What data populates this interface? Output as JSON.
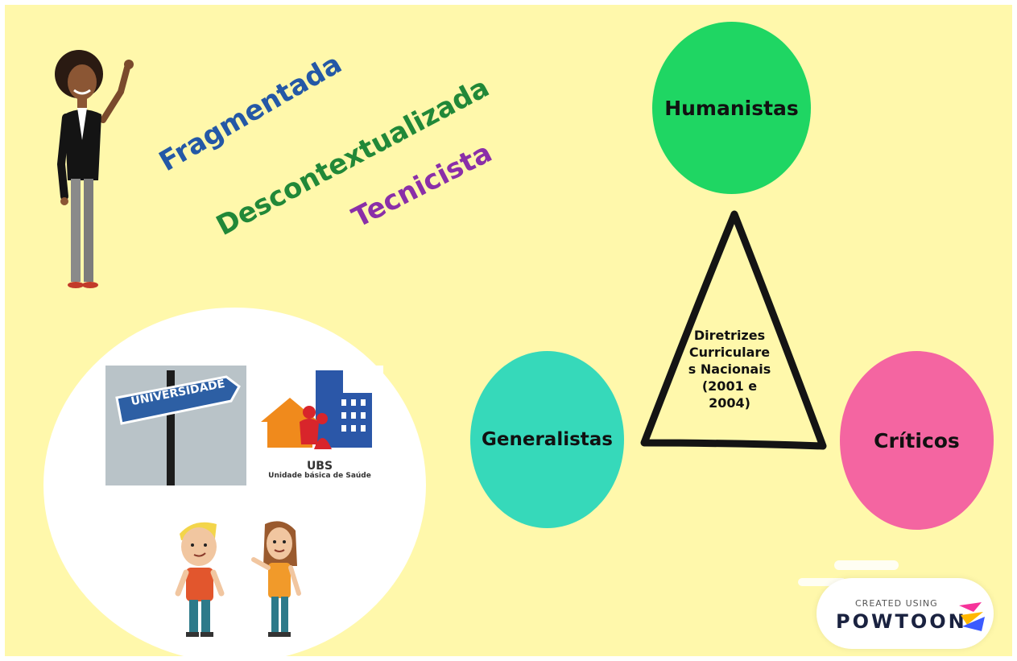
{
  "words": {
    "w1": "Fragmentada",
    "w2": "Descontextualizada",
    "w3": "Tecnicista"
  },
  "circles": {
    "humanistas": "Humanistas",
    "generalistas": "Generalistas",
    "criticos": "Críticos"
  },
  "triangle": {
    "lines": [
      "Diretrizes",
      "Curriculare",
      "s Nacionais",
      "(2001 e",
      "2004)"
    ]
  },
  "images": {
    "universidade_sign": "UNIVERSIDADE",
    "ubs_title": "UBS",
    "ubs_subtitle": "Unidade básica de Saúde"
  },
  "badge": {
    "top": "CREATED USING",
    "brand": "POWTOON"
  },
  "colors": {
    "background": "#fff8ab",
    "fragmentada": "#2458a6",
    "descontextualizada": "#218838",
    "tecnicista": "#8a2fa8",
    "humanistas": "#1fd663",
    "generalistas": "#36d9ba",
    "criticos": "#f465a1"
  }
}
